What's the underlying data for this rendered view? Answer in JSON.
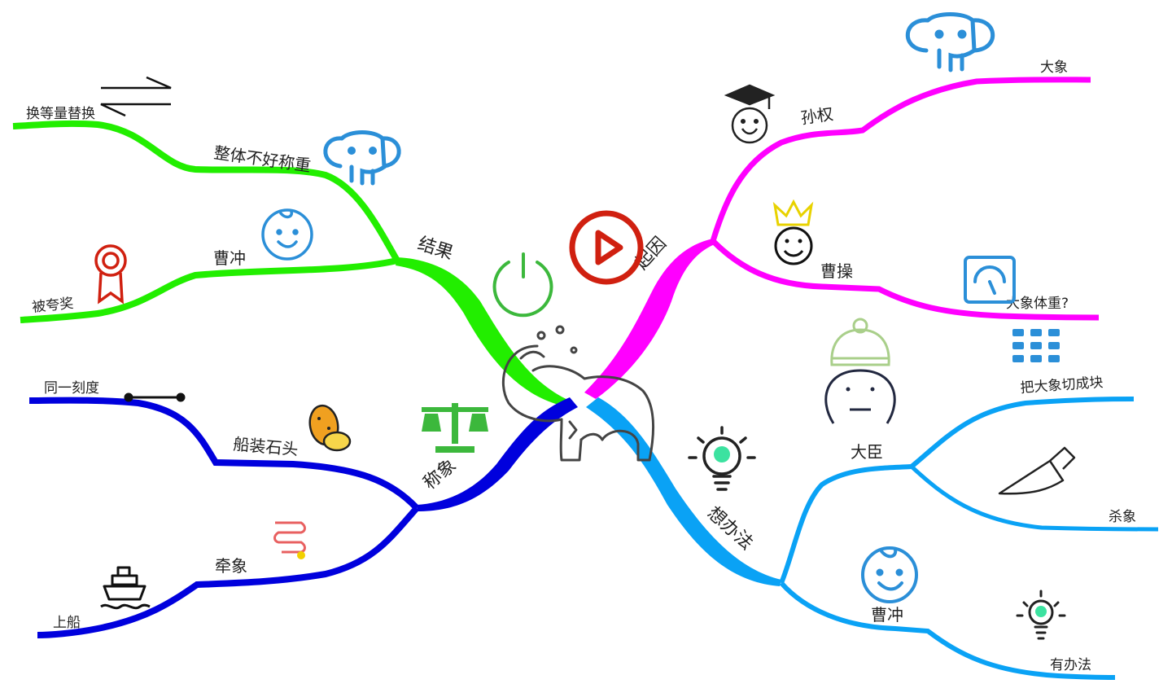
{
  "colors": {
    "result": "#22ee00",
    "cause": "#ff00ff",
    "method": "#0aa2f5",
    "weigh": "#0000dd",
    "icon_blue": "#2b8fd8",
    "icon_red": "#d02010",
    "icon_green": "#3cb83c",
    "text": "#222222"
  },
  "branches": {
    "result": {
      "label": "结果",
      "subs": [
        {
          "label": "整体不好称重",
          "leaf": "换等量替换"
        },
        {
          "label": "曹冲",
          "leaf": "被夸奖"
        }
      ]
    },
    "cause": {
      "label": "起因",
      "subs": [
        {
          "label": "孙权",
          "leaf": "大象"
        },
        {
          "label": "曹操",
          "leaf": "大象体重?"
        }
      ]
    },
    "method": {
      "label": "想办法",
      "subs": [
        {
          "label": "大臣",
          "leaves": [
            "把大象切成块",
            "杀象"
          ]
        },
        {
          "label": "曹冲",
          "leaf": "有办法"
        }
      ]
    },
    "weigh": {
      "label": "称象",
      "subs": [
        {
          "label": "船装石头",
          "leaf": "同一刻度"
        },
        {
          "label": "牵象",
          "leaf": "上船"
        }
      ]
    }
  },
  "icons": [
    "power-icon",
    "play-icon",
    "elephant-icon",
    "swap-arrows-icon",
    "medal-icon",
    "baby-face-icon",
    "graduate-face-icon",
    "king-face-icon",
    "gauge-icon",
    "grid-icon",
    "minister-face-icon",
    "lightbulb-icon",
    "knife-icon",
    "scale-icon",
    "potato-icon",
    "spring-icon",
    "ship-icon",
    "line-icon"
  ]
}
